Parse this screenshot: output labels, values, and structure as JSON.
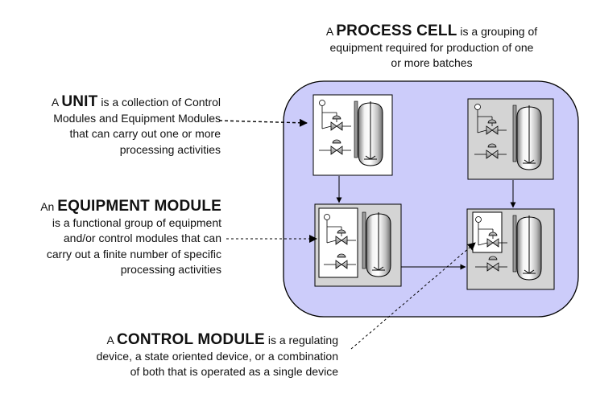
{
  "process_cell": {
    "article": "A",
    "term": "PROCESS CELL",
    "lead": "is a grouping of",
    "line2": "equipment required for production of one",
    "line3": "or more batches"
  },
  "unit": {
    "article": "A",
    "term": "UNIT",
    "lead": "is a collection of Control",
    "line2": "Modules  and Equipment Modules",
    "line3": "that can carry out one or more",
    "line4": "processing activities"
  },
  "equipment_module": {
    "article": "An",
    "term": "EQUIPMENT MODULE",
    "line2": "is a functional group of equipment",
    "line3": "and/or control modules that can",
    "line4": "carry out a finite number of specific",
    "line5": "processing activities"
  },
  "control_module": {
    "article": "A",
    "term": "CONTROL MODULE",
    "lead": "is a regulating",
    "line2": "device, a state oriented device, or a combination",
    "line3": "of both that is operated as a single device"
  },
  "colors": {
    "cell_fill": "#ccccfa",
    "unit_fill": "#d4d4d4",
    "module_fill": "#ffffff",
    "line": "#000000"
  }
}
